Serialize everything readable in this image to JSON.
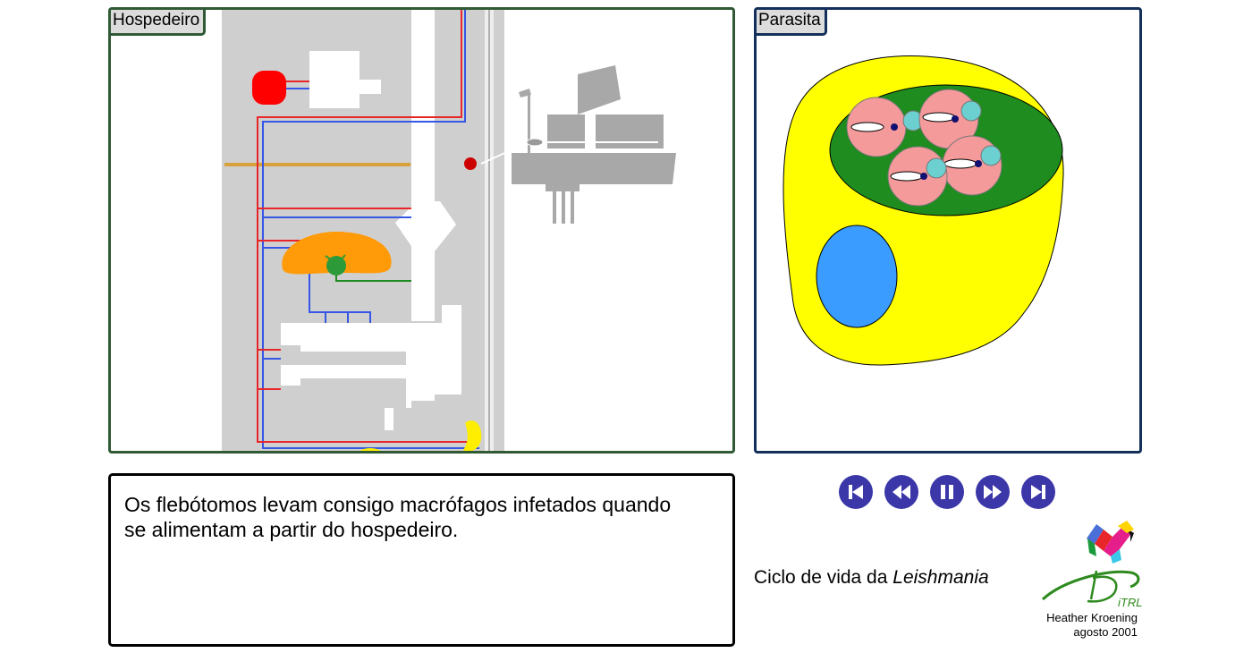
{
  "host_panel": {
    "label": "Hospedeiro"
  },
  "parasite_panel": {
    "label": "Parasita"
  },
  "caption": {
    "text": "Os flebótomos levam consigo macrófagos infetados quando se alimentam a partir do hospedeiro."
  },
  "controls": [
    {
      "name": "first-button",
      "icon": "skip-to-start-icon"
    },
    {
      "name": "rewind-button",
      "icon": "rewind-icon"
    },
    {
      "name": "pause-button",
      "icon": "pause-icon"
    },
    {
      "name": "fast-forward-button",
      "icon": "fast-forward-icon"
    },
    {
      "name": "last-button",
      "icon": "skip-to-end-icon"
    }
  ],
  "title": {
    "prefix": "Ciclo de vida da ",
    "organism": "Leishmania"
  },
  "logo": {
    "text": "iTRL"
  },
  "credits": {
    "author": "Heather Kroening",
    "date": "agosto 2001"
  },
  "colors": {
    "host_border": "#2f5a35",
    "parasite_border": "#14305a",
    "control_button": "#3b37a8",
    "vessel_red": "#e8262a",
    "vessel_blue": "#3556e6",
    "cell_yellow": "#ffff00",
    "vacuole_green": "#1e8c1e",
    "nucleus_blue": "#3a9cff",
    "amastigote_pink": "#f59a9a"
  }
}
